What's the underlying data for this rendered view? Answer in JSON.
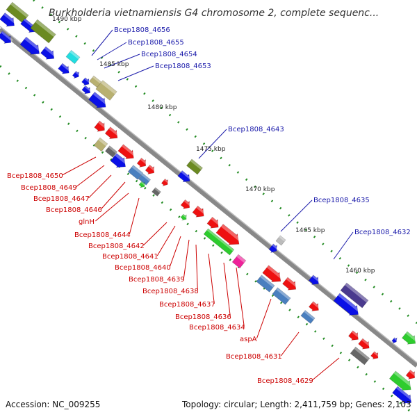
{
  "title": "Burkholderia vietnamiensis G4 chromosome 2, complete sequenc...",
  "footer": {
    "accession": "Accession: NC_009255",
    "topology": "Topology: circular; Length: 2,411,759 bp; Genes: 2,103"
  },
  "ticks": [
    "1490 kbp",
    "1485 kbp",
    "1480 kbp",
    "1475 kbp",
    "1470 kbp",
    "1465 kbp",
    "1460 kbp"
  ],
  "labels_top": [
    "Bcep1808_4656",
    "Bcep1808_4655",
    "Bcep1808_4654",
    "Bcep1808_4653",
    "Bcep1808_4643",
    "Bcep1808_4635",
    "Bcep1808_4632"
  ],
  "labels_bottom": [
    "Bcep1808_4650",
    "Bcep1808_4649",
    "Bcep1808_4647",
    "Bcep1808_4646",
    "glnH",
    "Bcep1808_4644",
    "Bcep1808_4642",
    "Bcep1808_4641",
    "Bcep1808_4640",
    "Bcep1808_4639",
    "Bcep1808_4638",
    "Bcep1808_4637",
    "Bcep1808_4636",
    "Bcep1808_4634",
    "aspA",
    "Bcep1808_4631",
    "Bcep1808_4629"
  ],
  "colors": {
    "blue_label": "#1a1aaa",
    "red_label": "#cc0000",
    "backbone": "#888888",
    "blue": "#0a10e6",
    "red": "#ee1111",
    "olive": "#6b8a22",
    "tan": "#b8b070",
    "steel": "#4a7fbf",
    "green": "#2ecc2e",
    "cyan": "#22dde0",
    "purple": "#4a3a8e",
    "gray": "#666666",
    "lightgray": "#bbbbbb",
    "magenta": "#ee2299"
  }
}
